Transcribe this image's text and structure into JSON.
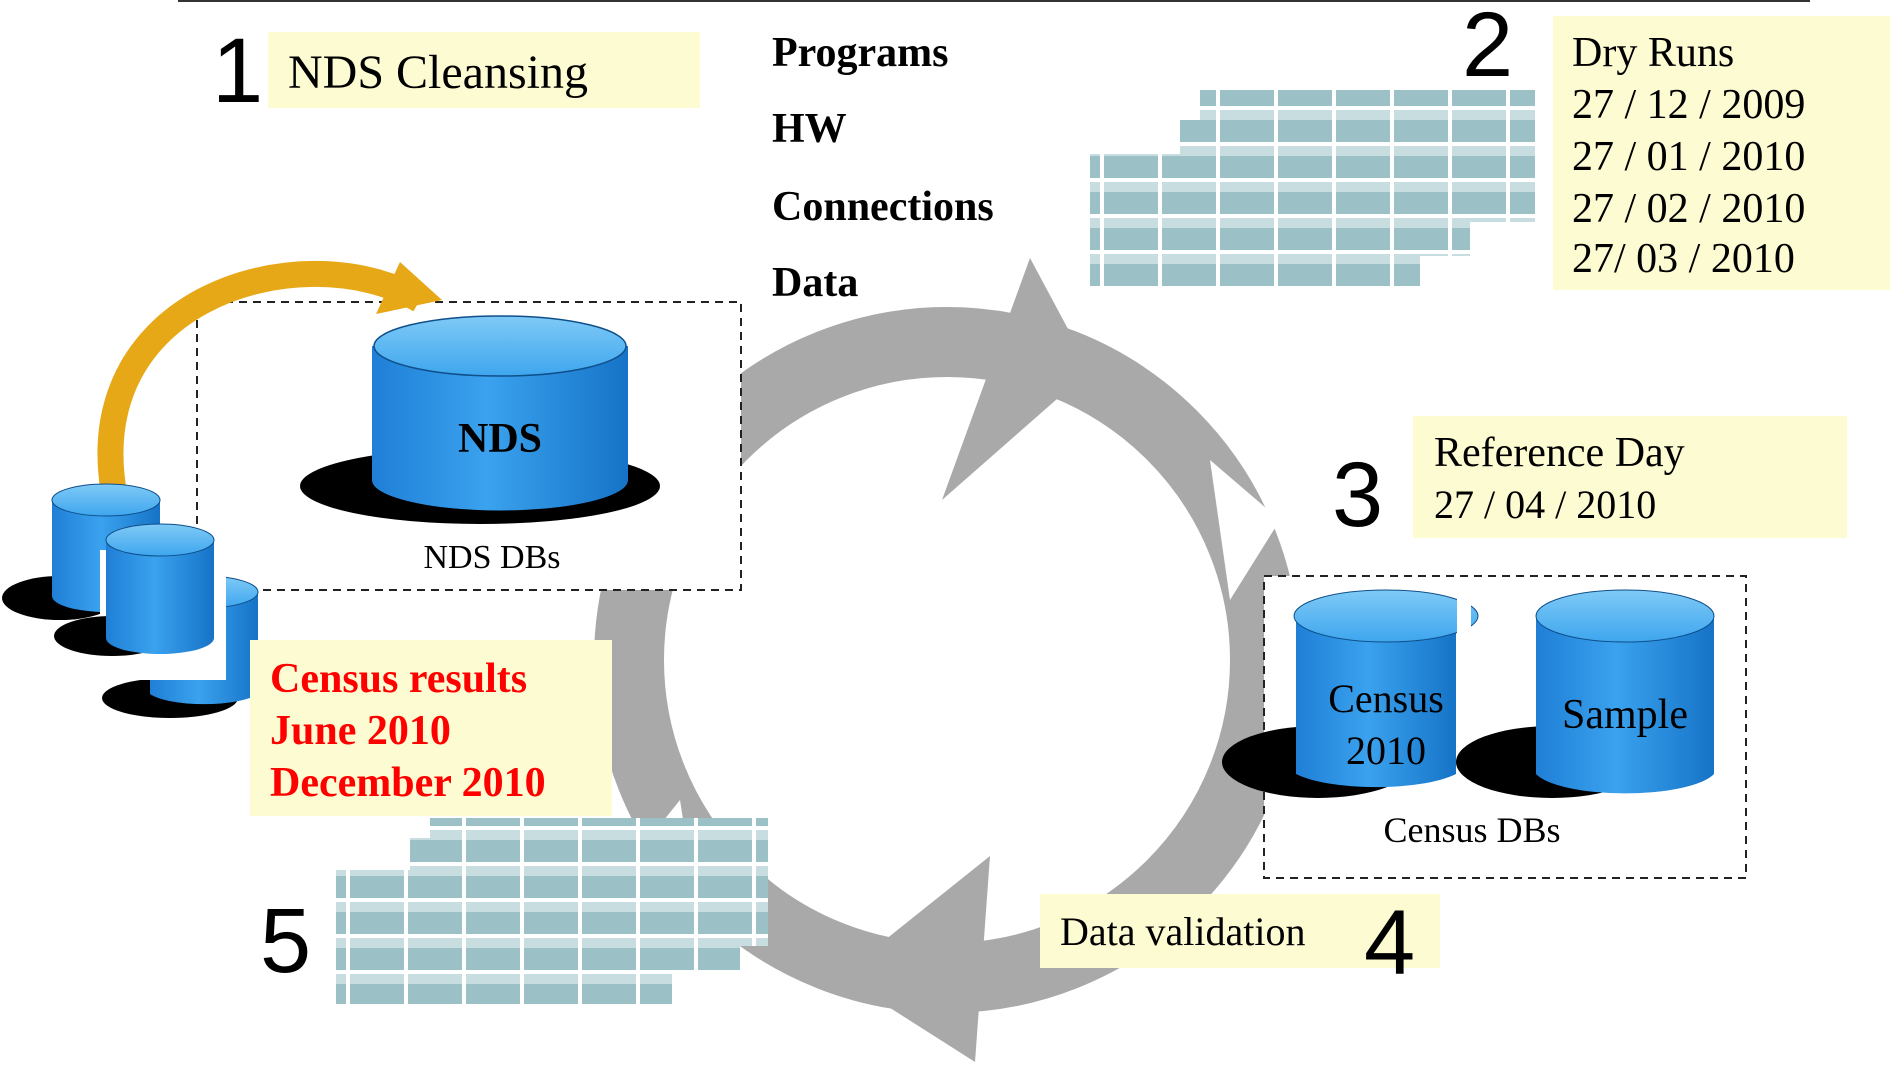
{
  "steps": {
    "step1": {
      "number": "1",
      "label": "NDS Cleansing"
    },
    "step2": {
      "number": "2",
      "title": "Dry Runs",
      "dates": [
        "27 / 12 / 2009",
        "27 / 01 / 2010",
        "27 / 02 / 2010",
        "27/ 03 / 2010"
      ]
    },
    "step3": {
      "number": "3",
      "title": "Reference Day",
      "date": "27 / 04 / 2010"
    },
    "step4": {
      "number": "4",
      "label": "Data validation"
    },
    "step5": {
      "number": "5"
    }
  },
  "checklist": [
    "Programs",
    "HW",
    "Connections",
    "Data"
  ],
  "nds": {
    "db_label": "NDS",
    "group_caption": "NDS DBs"
  },
  "census": {
    "db1_line1": "Census",
    "db1_line2": "2010",
    "db2_label": "Sample",
    "group_caption": "Census DBs"
  },
  "results": {
    "lines": [
      "Census results",
      "June 2010",
      "December 2010"
    ]
  },
  "colors": {
    "note_bg": "#fdfbd2",
    "db_blue": "#1e88e5",
    "db_top": "#5cb8f2",
    "cycle_gray": "#a9a9a9",
    "arc_gold": "#e7a817",
    "results_red": "#ff0000",
    "tile": "#9bc1c7"
  }
}
